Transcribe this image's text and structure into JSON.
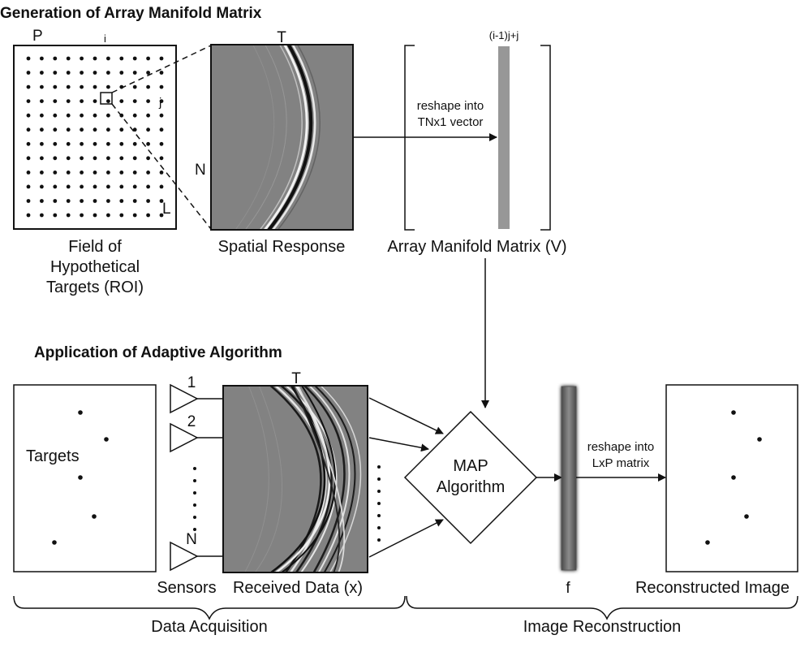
{
  "sections": {
    "generation_title": "Generation of Array Manifold Matrix",
    "application_title": "Application of Adaptive Algorithm"
  },
  "roi": {
    "label_p": "P",
    "label_i": "i",
    "label_j": "j",
    "label_l": "L",
    "caption_lines": [
      "Field of",
      "Hypothetical",
      "Targets (ROI)"
    ],
    "grid_columns": 11,
    "grid_rows": 12
  },
  "spatial_response": {
    "label_t": "T",
    "label_n": "N",
    "caption": "Spatial Response"
  },
  "arrow_reshape_vector": {
    "lines": [
      "reshape into",
      "TNx1 vector"
    ]
  },
  "manifold": {
    "column_label": "(i-1)j+j",
    "caption": "Array Manifold Matrix (V)"
  },
  "targets_panel": {
    "label": "Targets",
    "point_count": 5
  },
  "sensors": {
    "labels": [
      "1",
      "2",
      "N"
    ],
    "caption": "Sensors"
  },
  "received_data": {
    "label_t": "T",
    "caption": "Received Data (x)"
  },
  "map_box": {
    "lines": [
      "MAP",
      "Algorithm"
    ]
  },
  "f_vector": {
    "label": "f"
  },
  "arrow_reshape_matrix": {
    "lines": [
      "reshape into",
      "LxP matrix"
    ]
  },
  "reconstructed": {
    "caption": "Reconstructed Image",
    "point_count": 5
  },
  "groups": {
    "data_acquisition": "Data Acquisition",
    "image_reconstruction": "Image Reconstruction"
  },
  "colors": {
    "ink": "#111111",
    "panel_gray": "#828282",
    "bar_gray": "#979797"
  }
}
